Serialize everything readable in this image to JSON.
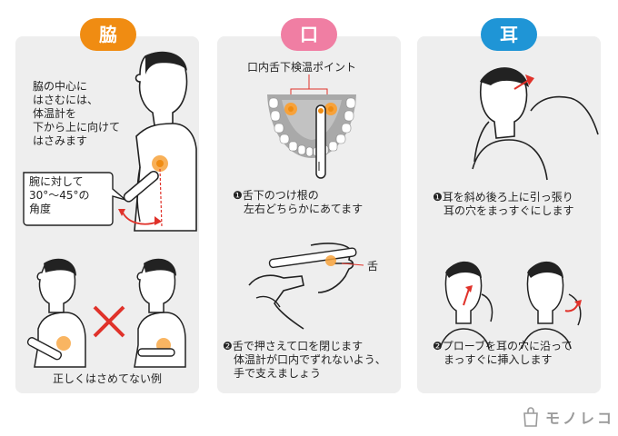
{
  "badges": {
    "armpit": "脇",
    "mouth": "口",
    "ear": "耳"
  },
  "armpit": {
    "instruction": "脇の中心に\nはさむには、\n体温計を\n下から上に向けて\nはさみます",
    "bubble": "腕に対して\n30°〜45°の\n角度",
    "wrong_caption": "正しくはさめてない例"
  },
  "mouth": {
    "point_label": "口内舌下検温ポイント",
    "step1": "❶舌下のつけ根の\n　左右どちらかにあてます",
    "tongue_label": "舌",
    "step2": "❷舌で押さえて口を閉じます\n　体温計が口内でずれないよう、\n　手で支えましょう"
  },
  "ear": {
    "step1": "❶耳を斜め後ろ上に引っ張り\n　耳の穴をまっすぐにします",
    "step2": "❷プローブを耳の穴に沿って\n　まっすぐに挿入します"
  },
  "brand": {
    "name": "モノレコ"
  },
  "colors": {
    "orange": "#f08c12",
    "pink": "#f07ea3",
    "blue": "#1f95d6",
    "red": "#e0322a",
    "panel": "#eeeeee"
  }
}
